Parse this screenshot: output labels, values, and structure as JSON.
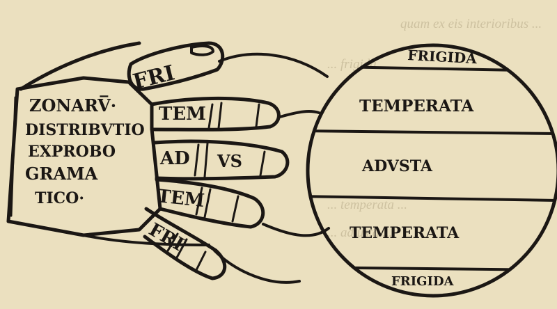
{
  "hand": {
    "wrist_lines": [
      "ZONARV̅·",
      "DISTRIBVTIO",
      "EXPROBO",
      "GRAMA",
      "TICO·"
    ],
    "finger_labels": [
      "FRI",
      "TEM",
      "AD",
      "VS",
      "TEM",
      "FRI"
    ]
  },
  "globe": {
    "zones": [
      "FRIGIDA",
      "TEMPERATA",
      "ADVSTA",
      "TEMPERATA",
      "FRIGIDA"
    ]
  },
  "bleed_through": {
    "lines": [
      "quam ex eis interioribus ...",
      "... frigida ...",
      "... temperata ...",
      "... ad usta ..."
    ]
  },
  "colors": {
    "paper": "#efe5c6",
    "ink": "#1b1714"
  }
}
